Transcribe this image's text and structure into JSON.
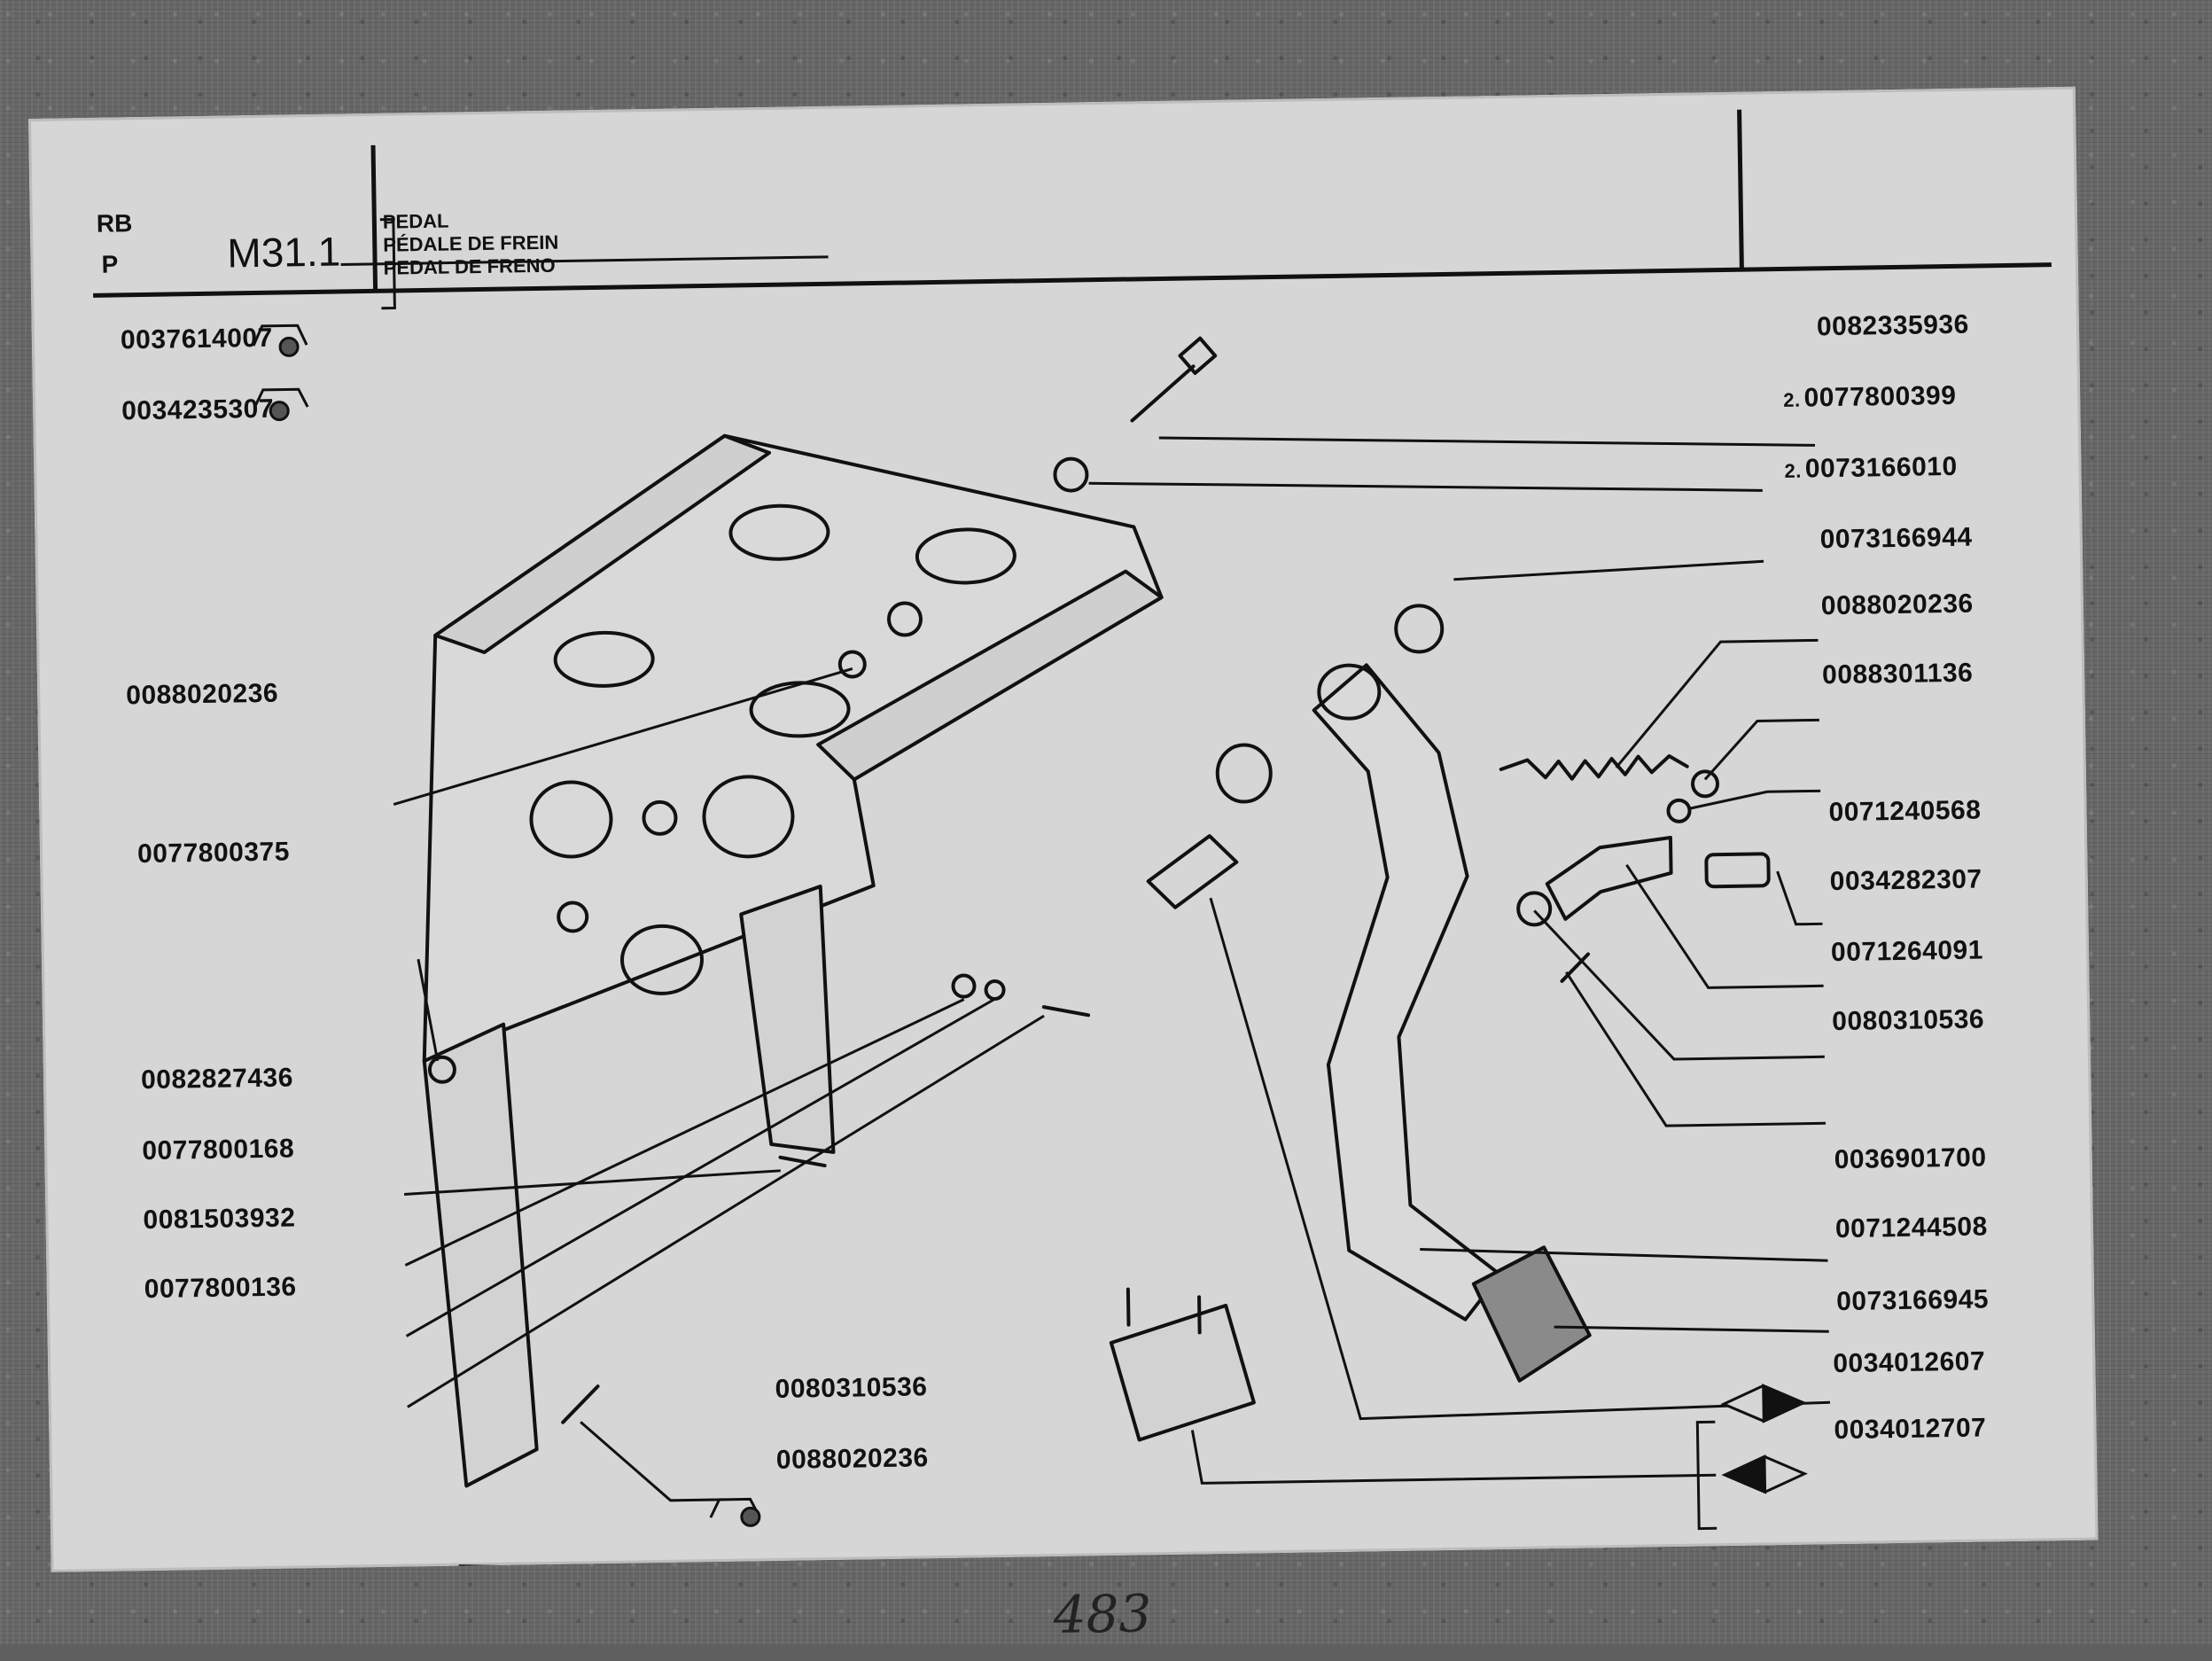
{
  "header": {
    "lang_codes": [
      "RB",
      "P"
    ],
    "section": "M31.1",
    "titles": [
      "PEDAL",
      "PÉDALE DE FREIN",
      "PEDAL DE FRENO"
    ]
  },
  "parts_right": [
    {
      "qty": "",
      "code": "0082335936"
    },
    {
      "qty": "2.",
      "code": "0077800399"
    },
    {
      "qty": "2.",
      "code": "0073166010"
    },
    {
      "qty": "",
      "code": "0073166944"
    },
    {
      "qty": "",
      "code": "0088020236"
    },
    {
      "qty": "",
      "code": "0088301136"
    },
    {
      "qty": "",
      "code": "0071240568"
    },
    {
      "qty": "",
      "code": "0034282307"
    },
    {
      "qty": "",
      "code": "0071264091"
    },
    {
      "qty": "",
      "code": "0080310536"
    },
    {
      "qty": "",
      "code": "0036901700"
    },
    {
      "qty": "",
      "code": "0071244508"
    },
    {
      "qty": "",
      "code": "0073166945"
    },
    {
      "qty": "",
      "code": "0034012607"
    },
    {
      "qty": "",
      "code": "0034012707"
    }
  ],
  "parts_left": [
    {
      "code": "0037614007"
    },
    {
      "code": "0034235307"
    },
    {
      "code": "0088020236"
    },
    {
      "code": "0077800375"
    },
    {
      "code": "0082827436"
    },
    {
      "code": "0077800168"
    },
    {
      "code": "0081503932"
    },
    {
      "code": "0077800136"
    }
  ],
  "parts_bottom": [
    {
      "code": "0080310536"
    },
    {
      "code": "0088020236"
    }
  ],
  "page_number": "483"
}
